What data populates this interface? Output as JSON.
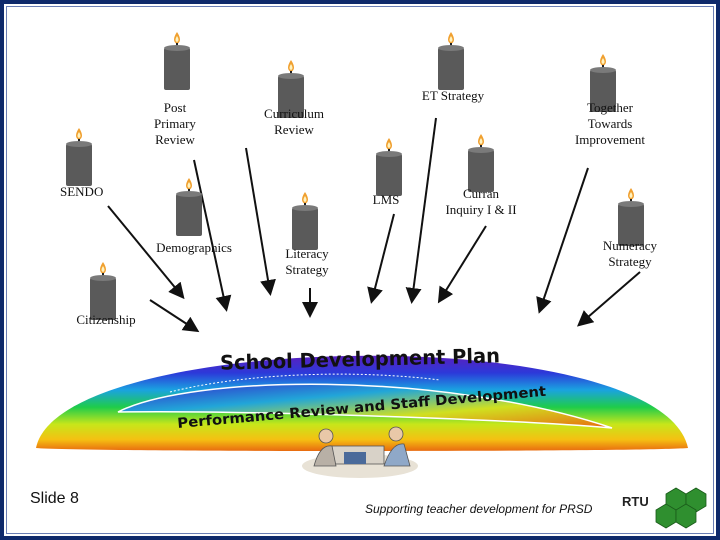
{
  "labels": {
    "post_primary": "Post\nPrimary\nReview",
    "curriculum": "Curriculum\nReview",
    "et_strategy": "ET Strategy",
    "together": "Together\nTowards\nImprovement",
    "sendo": "SENDO",
    "lms": "LMS",
    "curran": "Curran\nInquiry I & II",
    "demographics": "Demographics",
    "literacy": "Literacy\nStrategy",
    "numeracy": "Numeracy\nStrategy",
    "citizenship": "Citizenship"
  },
  "banner": {
    "line1": "School Development Plan",
    "line2": "Performance Review and Staff Development"
  },
  "footer": {
    "slide": "Slide 8",
    "caption": "Supporting teacher development for PRSD",
    "logo_text": "RTU"
  },
  "colors": {
    "frame": "#0f2a6b",
    "candle": "#5a5a5a",
    "flame": "#f0a030",
    "logo_green": "#2f8f2f"
  }
}
